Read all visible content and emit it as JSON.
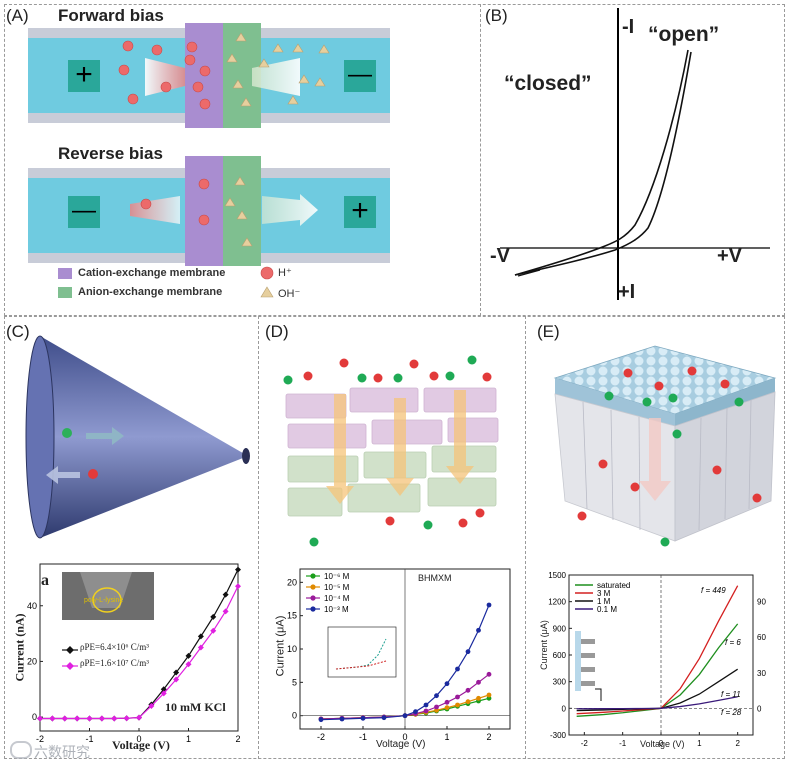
{
  "panels": {
    "A": {
      "label": "(A)",
      "forward_title": "Forward bias",
      "reverse_title": "Reverse bias",
      "plus": "+",
      "minus": "—",
      "legend": {
        "cation": "Cation-exchange membrane",
        "anion": "Anion-exchange membrane",
        "hplus": "H⁺",
        "ohminus": "OH⁻"
      }
    },
    "B": {
      "label": "(B)",
      "minus_I": "-I",
      "plus_I": "+I",
      "minus_V": "-V",
      "plus_V": "+V",
      "open": "“open”",
      "closed": "“closed”"
    },
    "C": {
      "label": "(C)",
      "subpanel": "a",
      "inset_label": "poly-L-lysine",
      "annotation": "10 mM KCl",
      "ylabel": "Current (nA)",
      "xlabel": "Voltage (V)",
      "legend1": "ρPE=6.4×10⁶ C/m³",
      "legend2": "ρPE=1.6×10⁷ C/m³"
    },
    "D": {
      "label": "(D)",
      "title": "BHMXM",
      "ylabel": "Current (μA)",
      "xlabel": "Voltage (V)"
    },
    "E": {
      "label": "(E)",
      "ylabel": "Current (μA)",
      "xlabel": "Voltage (V)"
    }
  },
  "watermark": "六数研究",
  "chart_data": [
    {
      "id": "C",
      "type": "line",
      "xlabel": "Voltage (V)",
      "ylabel": "Current (nA)",
      "xlim": [
        -2,
        2
      ],
      "ylim": [
        -5,
        55
      ],
      "xticks": [
        "-2",
        "-1",
        "0",
        "1",
        "2"
      ],
      "yticks": [
        "0",
        "20",
        "40"
      ],
      "series": [
        {
          "name": "ρPE=6.4×10⁶ C/m³",
          "color": "#111111",
          "x": [
            -2,
            -1.75,
            -1.5,
            -1.25,
            -1,
            -0.75,
            -0.5,
            -0.25,
            0,
            0.25,
            0.5,
            0.75,
            1,
            1.25,
            1.5,
            1.75,
            2
          ],
          "y": [
            -0.5,
            -0.5,
            -0.5,
            -0.5,
            -0.5,
            -0.5,
            -0.5,
            -0.4,
            -0.2,
            4.5,
            10,
            16,
            22,
            29,
            36,
            44,
            53
          ]
        },
        {
          "name": "ρPE=1.6×10⁷ C/m³",
          "color": "#e020e0",
          "x": [
            -2,
            -1.75,
            -1.5,
            -1.25,
            -1,
            -0.75,
            -0.5,
            -0.25,
            0,
            0.25,
            0.5,
            0.75,
            1,
            1.25,
            1.5,
            1.75,
            2
          ],
          "y": [
            -0.5,
            -0.5,
            -0.5,
            -0.5,
            -0.5,
            -0.5,
            -0.5,
            -0.4,
            -0.2,
            4,
            8.5,
            13.5,
            19,
            25,
            31,
            38,
            47
          ]
        }
      ]
    },
    {
      "id": "D",
      "type": "line",
      "title": "BHMXM",
      "xlabel": "Voltage (V)",
      "ylabel": "Current (μA)",
      "xlim": [
        -2.5,
        2.5
      ],
      "ylim": [
        -2,
        22
      ],
      "xticks": [
        "-2",
        "-1",
        "0",
        "1",
        "2"
      ],
      "yticks": [
        "0",
        "5",
        "10",
        "15",
        "20"
      ],
      "series": [
        {
          "name": "10⁻⁶ M",
          "color": "#1a9e1a",
          "x": [
            -2,
            -1.5,
            -1,
            -0.5,
            0,
            0.25,
            0.5,
            0.75,
            1,
            1.25,
            1.5,
            1.75,
            2
          ],
          "y": [
            -0.5,
            -0.4,
            -0.3,
            -0.2,
            0,
            0.2,
            0.4,
            0.7,
            1,
            1.4,
            1.8,
            2.2,
            2.6
          ]
        },
        {
          "name": "10⁻⁵ M",
          "color": "#e08a00",
          "x": [
            -2,
            -1.5,
            -1,
            -0.5,
            0,
            0.25,
            0.5,
            0.75,
            1,
            1.25,
            1.5,
            1.75,
            2
          ],
          "y": [
            -0.5,
            -0.4,
            -0.3,
            -0.2,
            0,
            0.2,
            0.5,
            0.8,
            1.2,
            1.6,
            2.1,
            2.6,
            3.1
          ]
        },
        {
          "name": "10⁻⁴ M",
          "color": "#9a1a9a",
          "x": [
            -2,
            -1.5,
            -1,
            -0.5,
            0,
            0.25,
            0.5,
            0.75,
            1,
            1.25,
            1.5,
            1.75,
            2
          ],
          "y": [
            -0.5,
            -0.4,
            -0.3,
            -0.2,
            0,
            0.3,
            0.7,
            1.3,
            2,
            2.8,
            3.8,
            5,
            6.2
          ]
        },
        {
          "name": "10⁻³ M",
          "color": "#1a2a9e",
          "x": [
            -2,
            -1.5,
            -1,
            -0.5,
            0,
            0.25,
            0.5,
            0.75,
            1,
            1.25,
            1.5,
            1.75,
            2
          ],
          "y": [
            -0.6,
            -0.5,
            -0.4,
            -0.3,
            0,
            0.6,
            1.6,
            3,
            4.8,
            7,
            9.6,
            12.8,
            16.6
          ]
        }
      ]
    },
    {
      "id": "E",
      "type": "line",
      "xlabel": "Voltage (V)",
      "ylabel": "Current (μA)",
      "xlim": [
        -2.4,
        2.4
      ],
      "ylim": [
        -300,
        1500
      ],
      "xticks": [
        "-2",
        "-1",
        "0",
        "1",
        "2"
      ],
      "yticks": [
        "-300",
        "0",
        "300",
        "600",
        "900",
        "1200",
        "1500"
      ],
      "y2ticks": [
        "0",
        "30",
        "60",
        "90"
      ],
      "series": [
        {
          "name": "saturated",
          "color": "#1f8f1f",
          "x": [
            -2.2,
            -1.5,
            -1,
            -0.5,
            0,
            0.5,
            1,
            1.5,
            2
          ],
          "y": [
            -90,
            -70,
            -50,
            -25,
            0,
            150,
            380,
            680,
            950
          ]
        },
        {
          "name": "3 M",
          "color": "#d42020",
          "x": [
            -2.2,
            -1.5,
            -1,
            -0.5,
            0,
            0.5,
            1,
            1.5,
            2
          ],
          "y": [
            -60,
            -45,
            -30,
            -15,
            0,
            220,
            560,
            980,
            1380
          ]
        },
        {
          "name": "1 M",
          "color": "#111111",
          "x": [
            -2.2,
            -1.5,
            -1,
            -0.5,
            0,
            0.5,
            1,
            1.5,
            2
          ],
          "y": [
            -25,
            -18,
            -12,
            -6,
            0,
            60,
            160,
            300,
            440
          ]
        },
        {
          "name": "0.1 M",
          "color": "#3a1a7a",
          "x": [
            -2.2,
            -1.5,
            -1,
            -0.5,
            0,
            0.5,
            1,
            1.5,
            2
          ],
          "y": [
            -5,
            -4,
            -3,
            -2,
            0,
            20,
            50,
            90,
            130
          ]
        }
      ],
      "rectification_labels": [
        "f = 449",
        "f = 6",
        "f = 11",
        "f = 28"
      ]
    }
  ]
}
